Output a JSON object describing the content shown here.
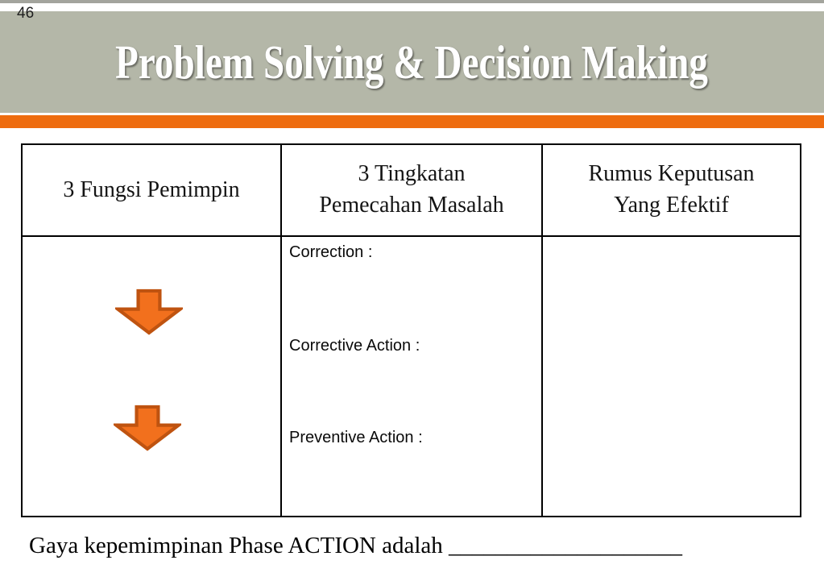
{
  "page_number": "46",
  "header": {
    "title": "Problem Solving & Decision Making"
  },
  "table": {
    "headers": [
      "3 Fungsi Pemimpin",
      "3 Tingkatan\nPemecahan Masalah",
      "Rumus Keputusan\nYang Efektif"
    ],
    "body": {
      "fungsi_icons": [
        "down-arrow-icon",
        "down-arrow-icon"
      ],
      "tingkatan_items": [
        "Correction :",
        "Corrective Action :",
        "Preventive Action :"
      ],
      "rumus_cell": ""
    }
  },
  "footer": {
    "text": "Gaya kepemimpinan Phase ACTION adalah ____________________"
  },
  "colors": {
    "strip_gray": "#a3a49d",
    "banner_gray": "#b4b7a8",
    "accent_orange": "#ee6c0f",
    "arrow_fill": "#f2701d",
    "arrow_border": "#bf5310",
    "table_border": "#000000",
    "title_color": "#ffffff"
  }
}
